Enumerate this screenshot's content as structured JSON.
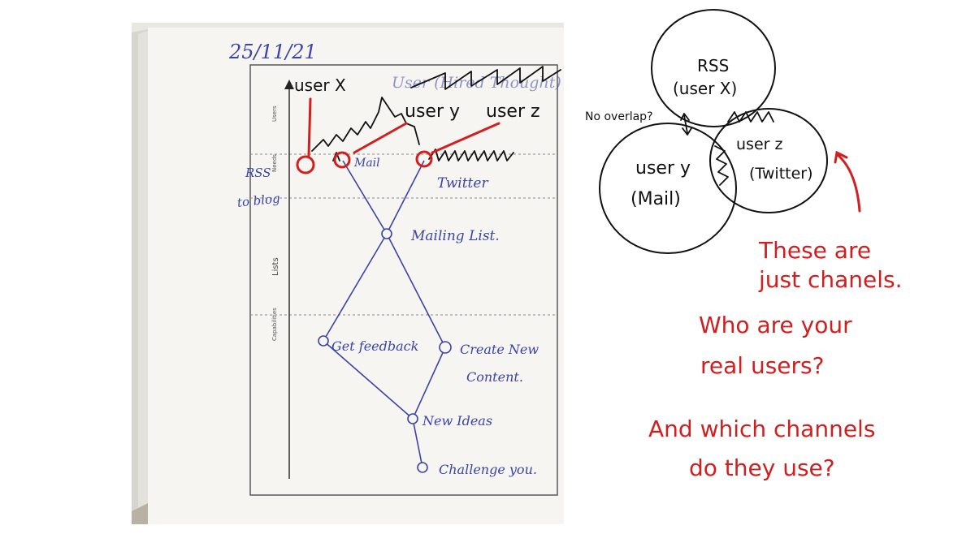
{
  "notebook": {
    "date": "25/11/21",
    "axis": {
      "y_label": "",
      "band_users": "Users",
      "band_needs": "Needs",
      "band_lists": "Lists",
      "band_capabilities": "Capabilities"
    },
    "scratched_title": "User (Hired Thought)",
    "side_note_line1": "RSS",
    "side_note_line2": "to blog",
    "nodes": {
      "mail": "Mail",
      "twitter": "Twitter",
      "mailing_list": "Mailing List.",
      "get_feedback": "Get feedback",
      "create_new_content_line1": "Create New",
      "create_new_content_line2": "Content.",
      "new_ideas": "New Ideas",
      "challenge_you": "Challenge you."
    },
    "annotations": {
      "user_x": "user X",
      "user_y": "user y",
      "user_z": "user z"
    }
  },
  "venn": {
    "top_circle_line1": "RSS",
    "top_circle_line2": "(user X)",
    "left_circle_line1": "user y",
    "left_circle_line2": "(Mail)",
    "right_circle_line1": "user z",
    "right_circle_line2": "(Twitter)",
    "overlap_note": "No overlap?"
  },
  "red_notes": {
    "note1_line1": "These are",
    "note1_line2": "just chanels.",
    "note2_line1": "Who are your",
    "note2_line2": "real users?",
    "note3_line1": "And which channels",
    "note3_line2": "do they use?"
  },
  "colors": {
    "pen_blue": "#3a44a8",
    "pen_black": "#111111",
    "pen_red": "#d11f1f"
  }
}
